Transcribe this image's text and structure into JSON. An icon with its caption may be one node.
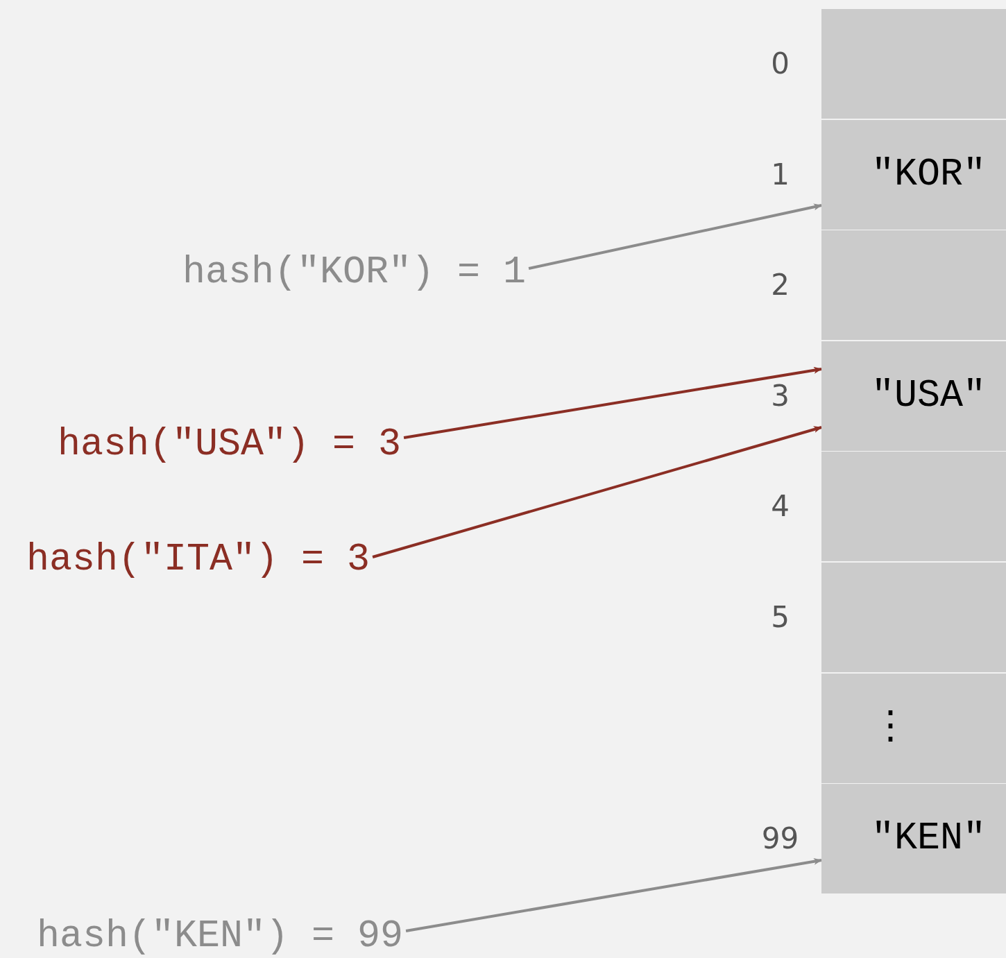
{
  "diagram": {
    "nodes": [
      {
        "text": [],
        "shape": "box",
        "beside": [
          "0"
        ]
      },
      {
        "text": [
          "\"KOR\""
        ],
        "beside": [
          "1"
        ]
      },
      {
        "text": [],
        "shape": "box",
        "beside": [
          "2"
        ]
      },
      {
        "text": [
          "\"USA\""
        ],
        "beside": [
          "3"
        ]
      },
      {
        "text": [],
        "shape": "box",
        "beside": [
          "4"
        ]
      },
      {
        "text": [],
        "shape": "box",
        "beside": [
          "5"
        ]
      },
      {
        "text": [
          "⋮"
        ]
      },
      {
        "text": [
          "\"KEN\""
        ],
        "beside": [
          "99"
        ]
      },
      {
        "text": [
          "hash(\"KOR\") = 1"
        ]
      },
      {
        "text": [
          "hash(\"USA\") = 3"
        ]
      },
      {
        "text": [
          "hash(\"ITA\") = 3"
        ]
      },
      {
        "text": [
          "hash(\"KEN\") = 99"
        ]
      }
    ],
    "edges": [
      {
        "from": 8,
        "to": 1,
        "arrow": "to"
      },
      {
        "from": 9,
        "to": 3,
        "arrow": "to",
        "color": "#8b2e24"
      },
      {
        "from": 10,
        "to": 3,
        "arrow": "to",
        "color": "#8b2e24"
      },
      {
        "from": 11,
        "to": 7,
        "arrow": "to"
      }
    ]
  }
}
